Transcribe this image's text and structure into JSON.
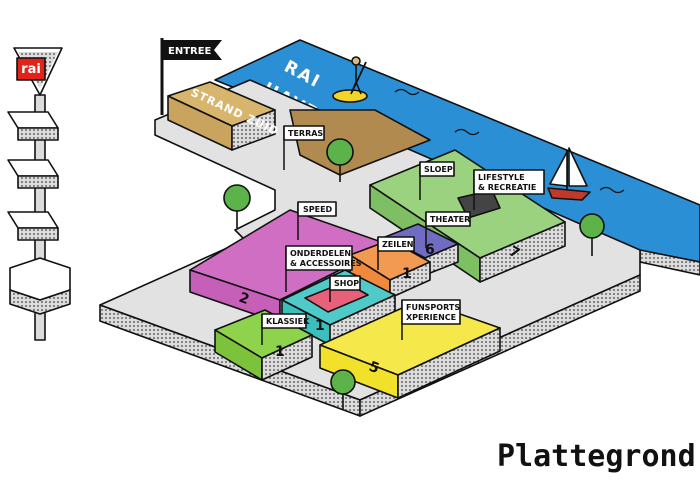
{
  "title": "Plattegrond",
  "logo_text": "rai",
  "entrance_label": "ENTREE",
  "water_label_1": "RAI",
  "water_label_2": "HAVEN",
  "beach_label": "STRAND ZUID",
  "flags": {
    "terras": "TERRAS",
    "sloep": "SLOEP",
    "lifestyle_1": "LIFESTYLE",
    "lifestyle_2": "& RECREATIE",
    "theater": "THEATER",
    "speed": "SPEED",
    "zeilen": "ZEILEN",
    "onderdelen_1": "ONDERDELEN",
    "onderdelen_2": "& ACCESSOIRES",
    "shop": "SHOP",
    "klassier": "KLASSIEK",
    "funsports_1": "FUNSPORTS",
    "funsports_2": "XPERIENCE"
  },
  "halls": {
    "h2": "2",
    "h1_orange": "1",
    "h6": "6",
    "h7": "7",
    "h1_teal": "1",
    "h1_green": "1",
    "h5": "5"
  },
  "colors": {
    "water": "#2b8fd6",
    "ground": "#e2e2e2",
    "beach": "#c9a45f",
    "sand": "#b08a4f",
    "hall_purple": "#c55fb7",
    "hall_orange": "#ef8a3c",
    "hall_blue": "#5a57b0",
    "hall_green": "#7fbf63",
    "hall_teal": "#3bbfbd",
    "hall_lime": "#7dc23b",
    "hall_yellow": "#f2e12a",
    "shop": "#e8607a",
    "tree": "#5cb34a"
  }
}
